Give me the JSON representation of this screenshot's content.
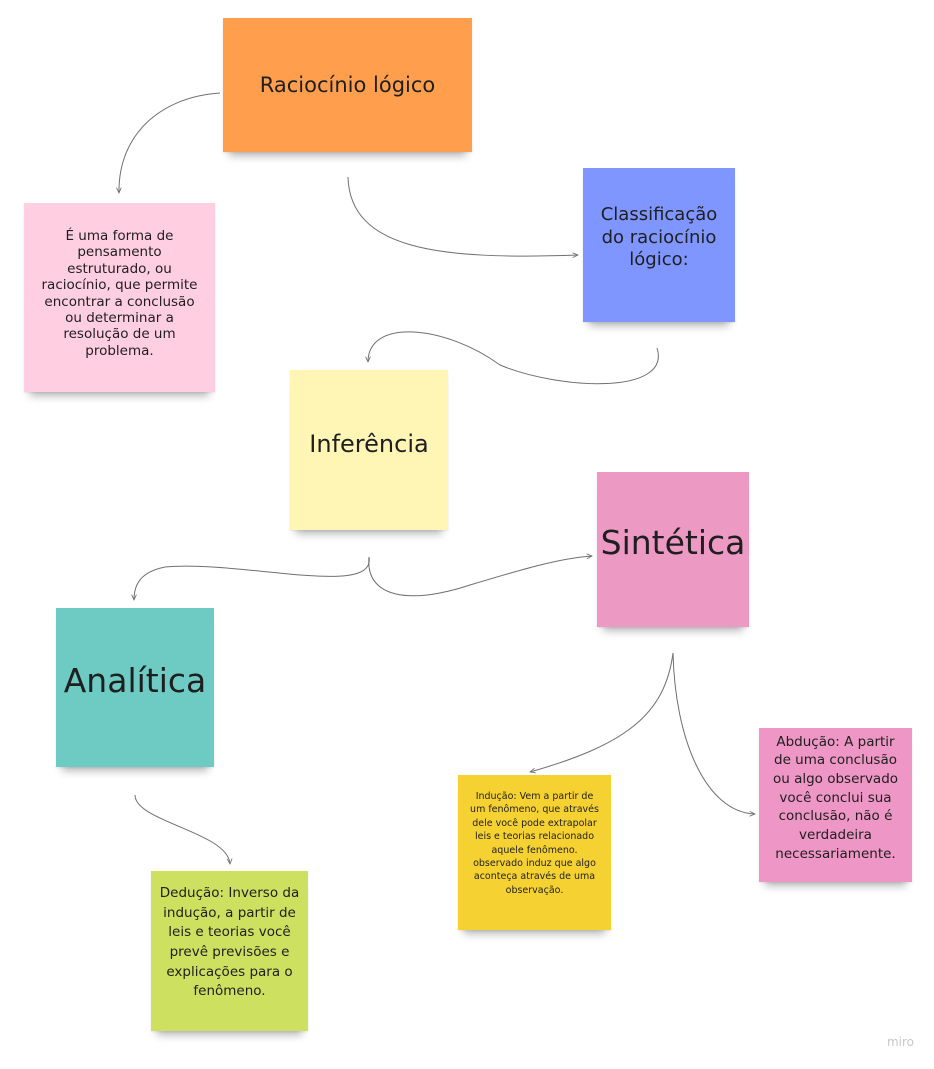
{
  "notes": {
    "raciocinio": {
      "text": "Raciocínio lógico",
      "color": "#ff9f4d"
    },
    "definicao": {
      "text": "É uma forma de pensamento estruturado, ou raciocínio, que permite encontrar a conclusão ou determinar a resolução de um problema.",
      "color": "#ffcee0"
    },
    "classificacao": {
      "text": "Classificação do raciocínio lógico:",
      "color": "#7f95ff"
    },
    "inferencia": {
      "text": "Inferência",
      "color": "#fff6b6"
    },
    "sintetica": {
      "text": "Sintética",
      "color": "#ec99c4"
    },
    "analitica": {
      "text": "Analítica",
      "color": "#6dcbc3"
    },
    "deducao": {
      "text": "Dedução: Inverso da indução, a partir de leis e teorias você prevê previsões e explicações para o fenômeno.",
      "color": "#cee05f"
    },
    "inducao": {
      "text": "Indução: Vem a partir de um fenômeno, que através dele você pode extrapolar leis e teorias relacionado aquele fenômeno. observado  induz que algo aconteça através de uma observação.",
      "color": "#f5d132"
    },
    "abducao": {
      "text": "Abdução:  A partir de uma conclusão ou algo observado você conclui sua conclusão, não é verdadeira necessariamente.",
      "color": "#ee96c5"
    }
  },
  "connector_color": "#707070",
  "watermark": "miro"
}
